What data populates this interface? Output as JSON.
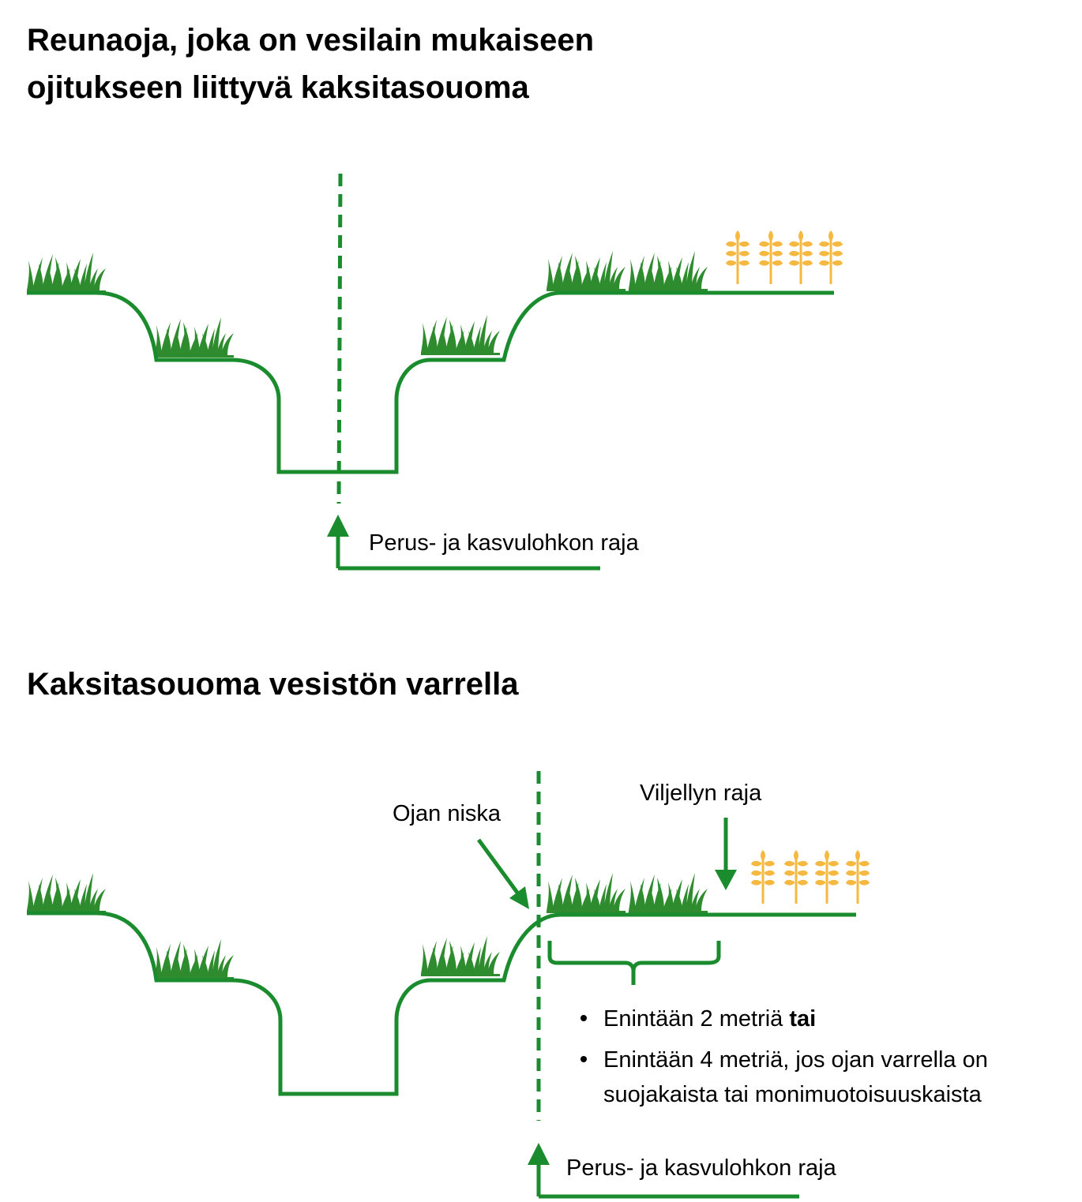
{
  "diagram1": {
    "title_line1": "Reunaoja, joka on vesilain mukaiseen",
    "title_line2": "ojitukseen liittyvä kaksitasouoma",
    "boundary_label": "Perus- ja kasvulohkon raja"
  },
  "diagram2": {
    "title": "Kaksitasouoma vesistön varrella",
    "ditch_shoulder_label": "Ojan niska",
    "cultivated_edge_label": "Viljellyn raja",
    "bullets": [
      {
        "text": "Enintään 2 metriä ",
        "bold_suffix": "tai"
      },
      {
        "line1": "Enintään 4 metriä, jos ojan varrella on",
        "line2": "suojakaista tai monimuotoisuuskaista"
      }
    ],
    "boundary_label": "Perus- ja kasvulohkon raja"
  },
  "colors": {
    "line_green": "#1a8c2e",
    "grass_green": "#2e8b2e",
    "wheat": "#f5b942"
  },
  "icons": [
    "grass-icon",
    "wheat-icon",
    "arrow-icon",
    "brace-icon"
  ]
}
